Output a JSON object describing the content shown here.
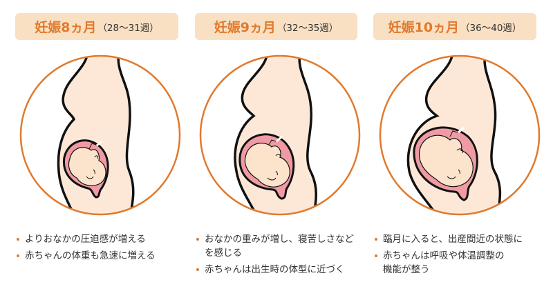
{
  "colors": {
    "accent": "#e07a2e",
    "label_bg": "#f9e0c3",
    "skin": "#fde8d8",
    "uterus": "#f09aa4",
    "fetus": "#fbe3cc",
    "outline": "#111111",
    "text": "#333333"
  },
  "stages": [
    {
      "month_label": "妊娠8ヵ月",
      "weeks_label": "（28〜31週）",
      "illustration": "pregnant-body-8-months-icon",
      "notes": [
        "よりおなかの圧迫感が増える",
        "赤ちゃんの体重も急速に増える"
      ]
    },
    {
      "month_label": "妊娠9ヵ月",
      "weeks_label": "（32〜35週）",
      "illustration": "pregnant-body-9-months-icon",
      "notes": [
        "おなかの重みが増し、寝苦しさなどを感じる",
        "赤ちゃんは出生時の体型に近づく"
      ]
    },
    {
      "month_label": "妊娠10ヵ月",
      "weeks_label": "（36〜40週）",
      "illustration": "pregnant-body-10-months-icon",
      "notes": [
        "臨月に入ると、出産間近の状態に",
        "赤ちゃんは呼吸や体温調整の機能が整う"
      ]
    }
  ]
}
